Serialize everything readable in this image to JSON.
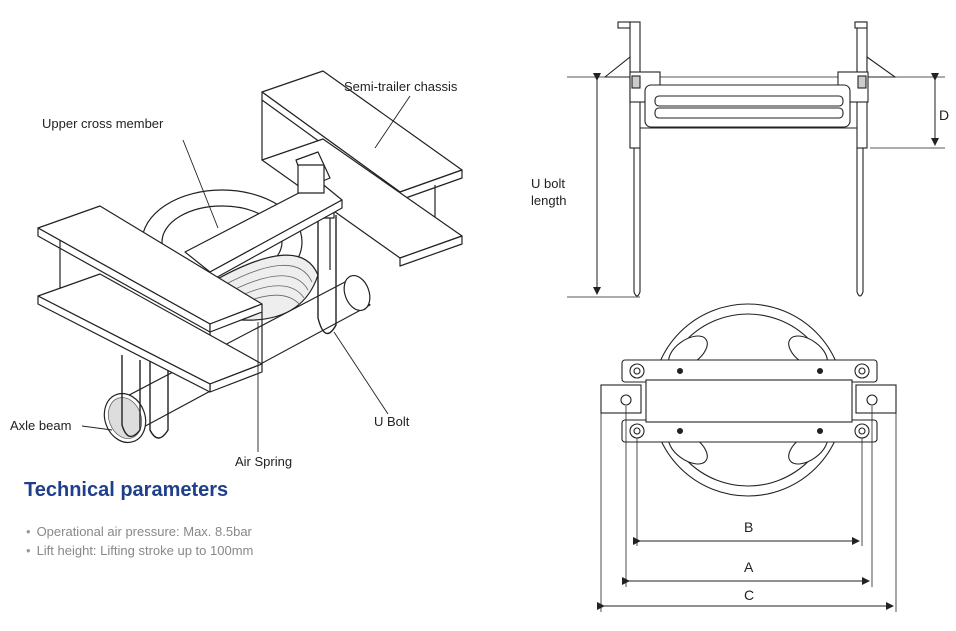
{
  "labels": {
    "upper_cross_member": "Upper cross member",
    "semi_trailer_chassis": "Semi-trailer chassis",
    "axle_beam": "Axle beam",
    "air_spring": "Air Spring",
    "u_bolt": "U Bolt",
    "u_bolt_length_line1": "U bolt",
    "u_bolt_length_line2": "length",
    "dim_d": "D",
    "dim_a": "A",
    "dim_b": "B",
    "dim_c": "C"
  },
  "technical": {
    "title": "Technical parameters",
    "items": [
      "Operational air pressure: Max. 8.5bar",
      "Lift height: Lifting stroke up to 100mm"
    ]
  },
  "colors": {
    "heading": "#1f3f8c",
    "param_text": "#888888",
    "line": "#222222"
  }
}
